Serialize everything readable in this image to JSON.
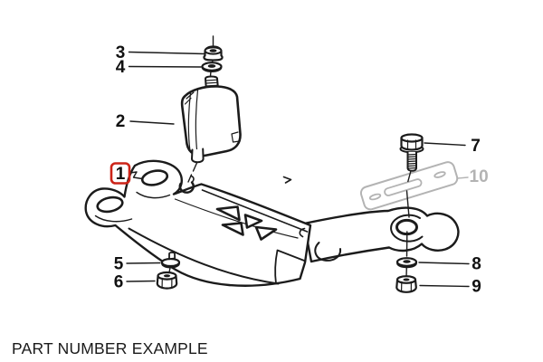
{
  "diagram": {
    "caption": "PART NUMBER EXAMPLE",
    "callouts": [
      {
        "number": "1",
        "highlighted": true
      },
      {
        "number": "2"
      },
      {
        "number": "3"
      },
      {
        "number": "4"
      },
      {
        "number": "5"
      },
      {
        "number": "6"
      },
      {
        "number": "7"
      },
      {
        "number": "8"
      },
      {
        "number": "9"
      },
      {
        "number": "10",
        "dimmed": true
      }
    ],
    "colors": {
      "line": "#1b1b1b",
      "highlight_box": "#cc2418",
      "dimmed_part": "#b3b3b3",
      "background": "#ffffff"
    }
  }
}
